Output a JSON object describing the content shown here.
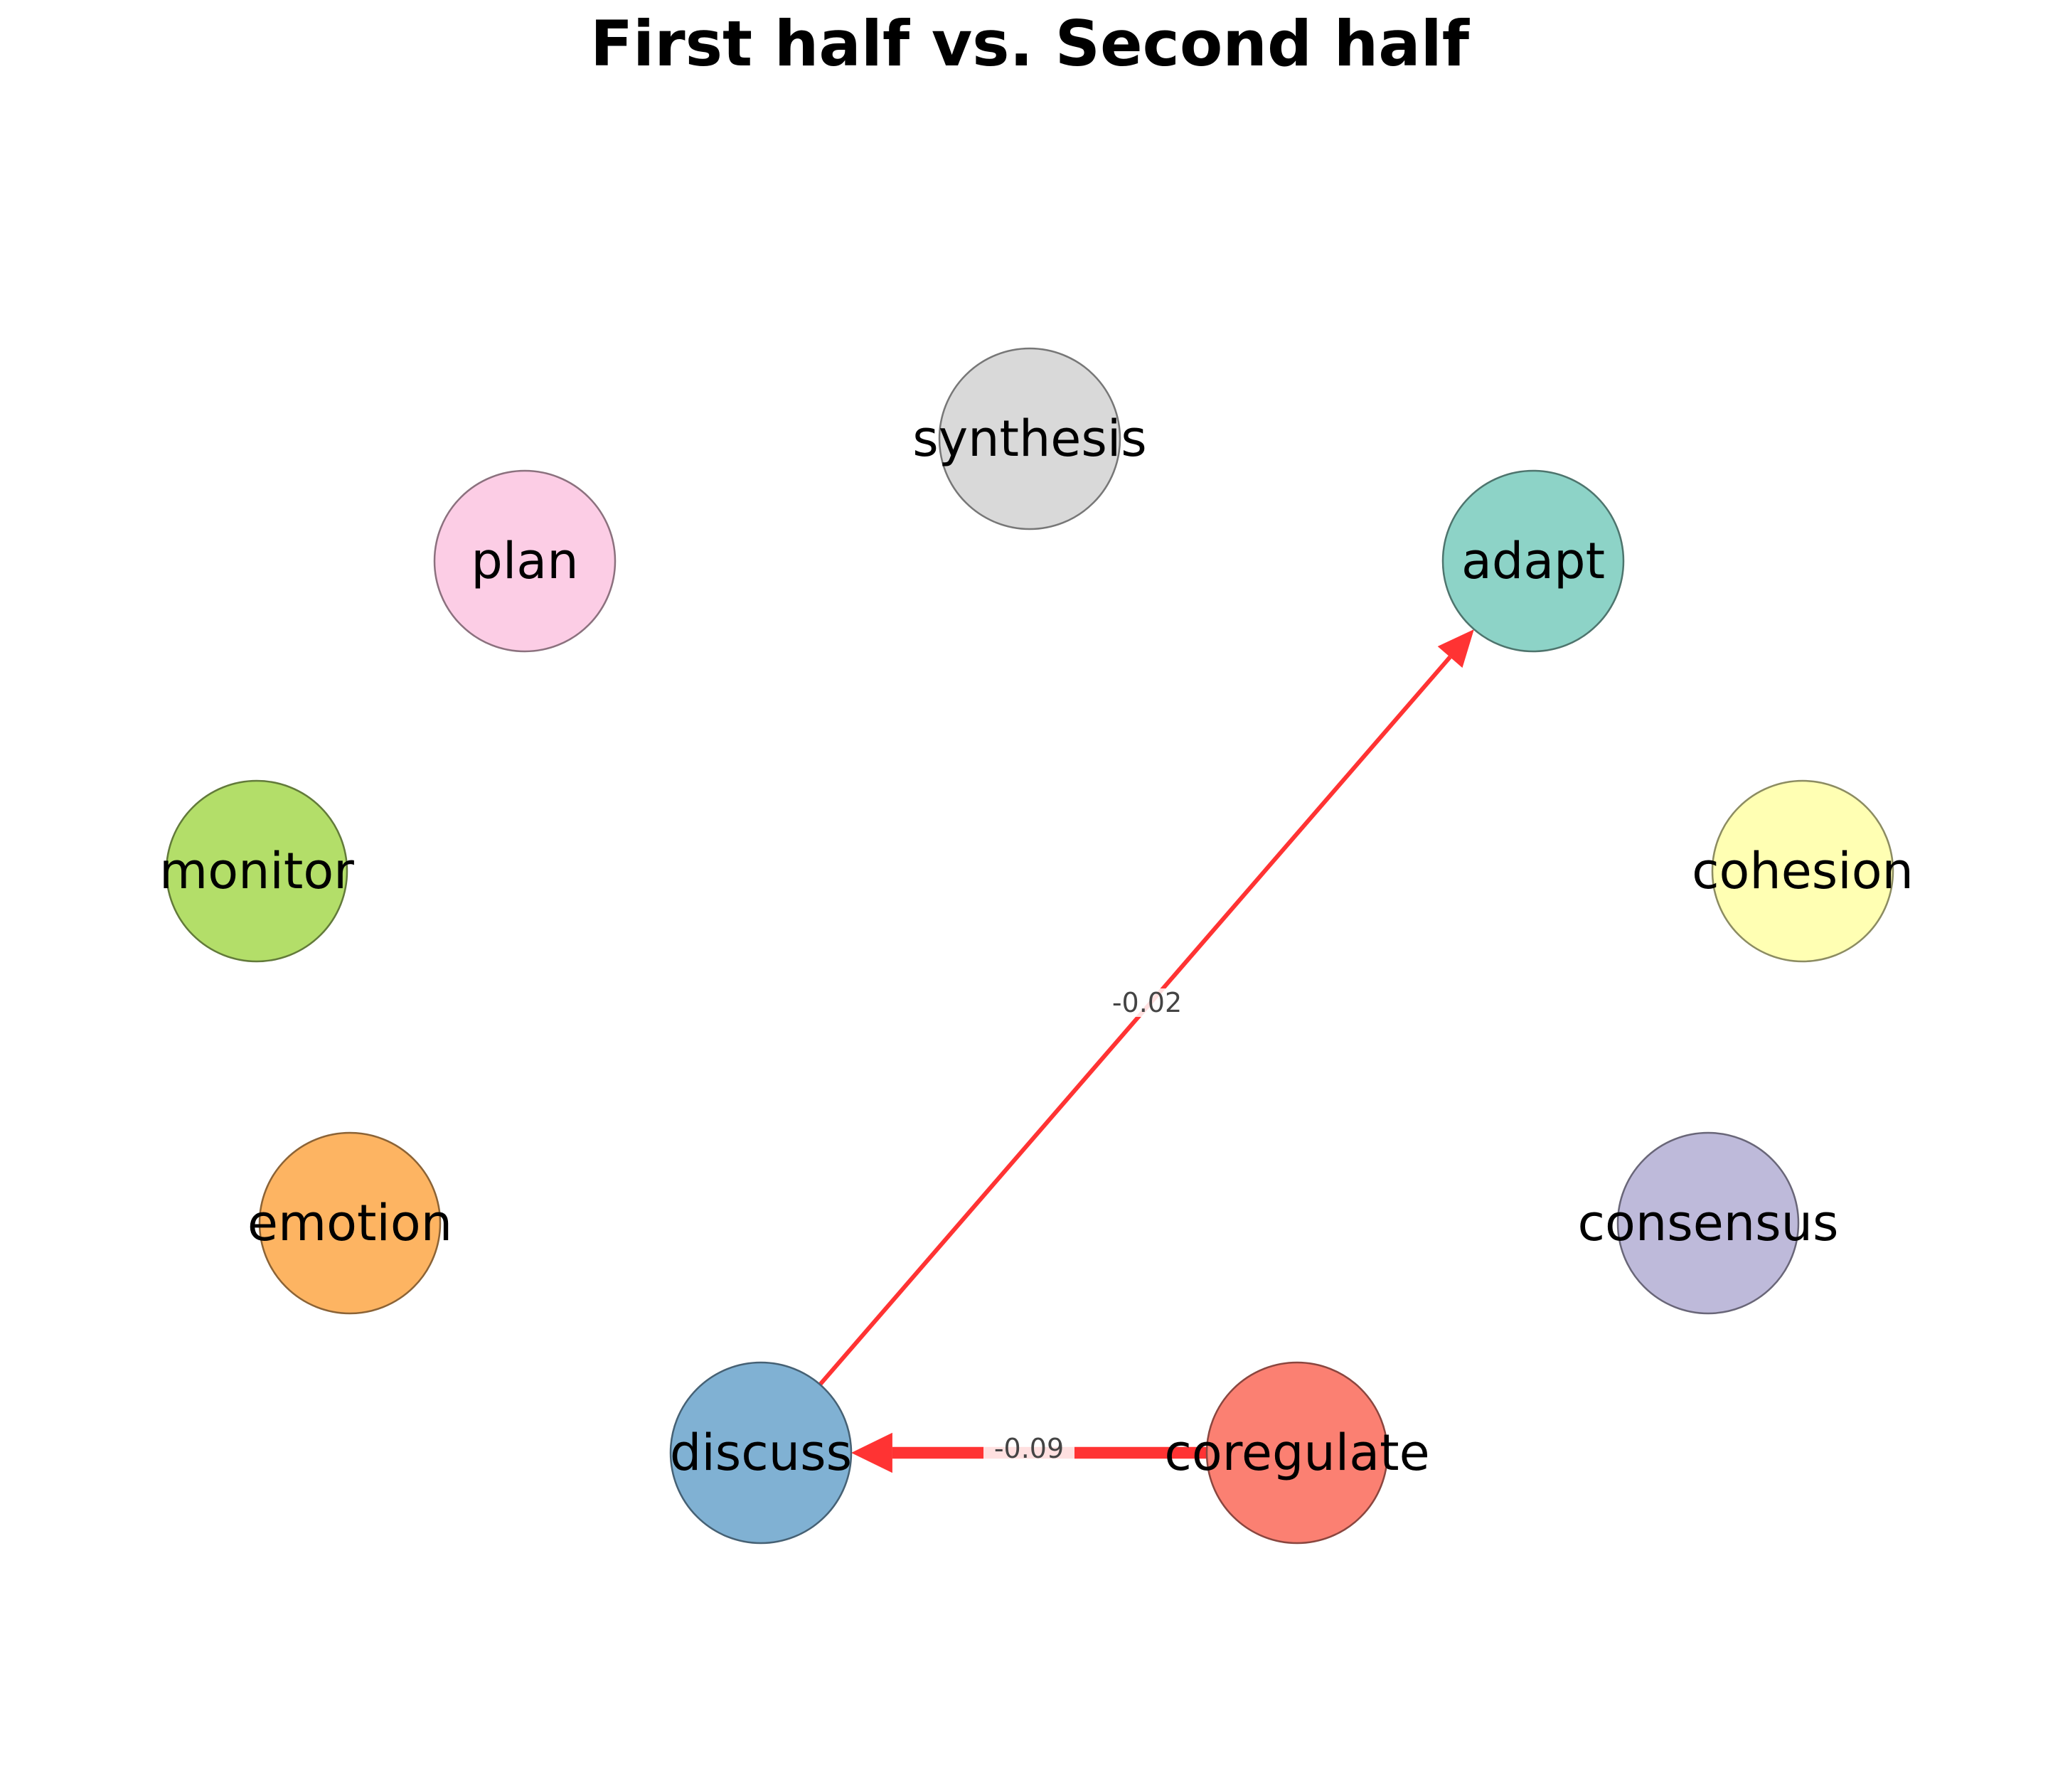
{
  "title": "First half vs. Second half",
  "nodes": [
    {
      "id": "synthesis",
      "label": "synthesis",
      "color": "#d9d9d9"
    },
    {
      "id": "adapt",
      "label": "adapt",
      "color": "#8dd3c7"
    },
    {
      "id": "cohesion",
      "label": "cohesion",
      "color": "#ffffb3"
    },
    {
      "id": "consensus",
      "label": "consensus",
      "color": "#bebada"
    },
    {
      "id": "coregulate",
      "label": "coregulate",
      "color": "#fb8072"
    },
    {
      "id": "discuss",
      "label": "discuss",
      "color": "#80b1d3"
    },
    {
      "id": "emotion",
      "label": "emotion",
      "color": "#fdb462"
    },
    {
      "id": "monitor",
      "label": "monitor",
      "color": "#b3de69"
    },
    {
      "id": "plan",
      "label": "plan",
      "color": "#fccde5"
    }
  ],
  "edges": [
    {
      "from": "discuss",
      "to": "adapt",
      "label": "-0.02",
      "weight": 0.02,
      "color": "#ff0000"
    },
    {
      "from": "coregulate",
      "to": "discuss",
      "label": "-0.09",
      "weight": 0.09,
      "color": "#ff0000"
    }
  ]
}
